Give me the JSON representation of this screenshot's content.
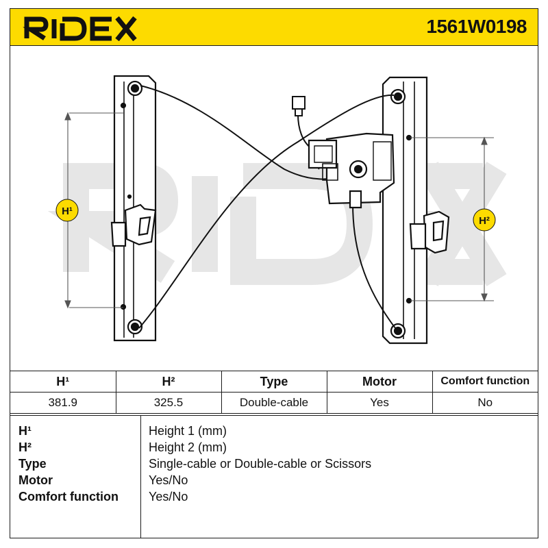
{
  "header": {
    "brand": "RIDEX",
    "part_number": "1561W0198",
    "brand_color": "#fddb00"
  },
  "drawing": {
    "watermark": "RIDEX",
    "dimension_labels": {
      "h1": "H¹",
      "h2": "H²"
    },
    "icons": [
      "window-regulator-drawing",
      "motor-icon",
      "connector-icon"
    ]
  },
  "spec_table": {
    "headers": [
      "H¹",
      "H²",
      "Type",
      "Motor",
      "Comfort function"
    ],
    "values": [
      "381.9",
      "325.5",
      "Double-cable",
      "Yes",
      "No"
    ]
  },
  "legend": [
    {
      "key": "H¹",
      "desc": "Height 1 (mm)"
    },
    {
      "key": "H²",
      "desc": "Height 2 (mm)"
    },
    {
      "key": "Type",
      "desc": "Single-cable or Double-cable or Scissors"
    },
    {
      "key": "Motor",
      "desc": "Yes/No"
    },
    {
      "key": "Comfort function",
      "desc": "Yes/No"
    }
  ]
}
